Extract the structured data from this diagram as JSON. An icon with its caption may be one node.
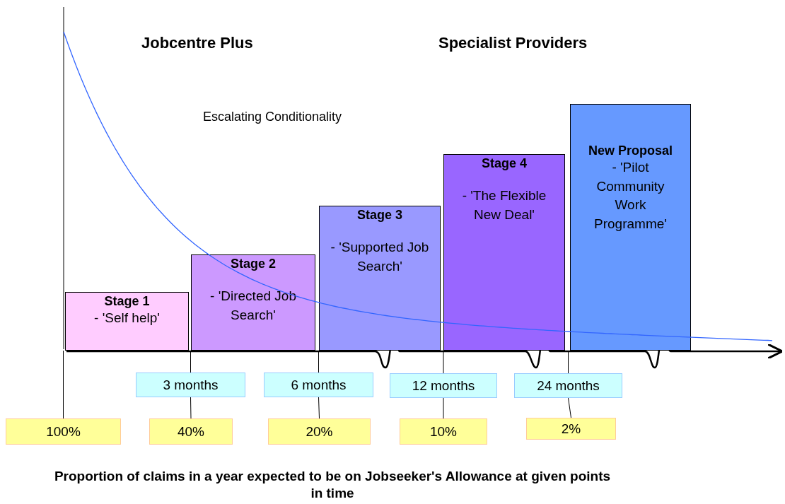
{
  "diagram": {
    "caption": "Proportion of claims in a year expected to be on Jobseeker's Allowance at given points in time",
    "nodes": [
      {
        "text": [
          "Stage 1",
          "- 'Self help'"
        ]
      },
      {
        "text": [
          "Stage 2",
          "- 'Directed Job Search'"
        ]
      },
      {
        "text": [
          "Stage 3",
          "- 'Supported Job Search'"
        ]
      },
      {
        "text": [
          "Stage 4",
          "- 'The Flexible New Deal'"
        ]
      },
      {
        "text": [
          "New Proposal",
          "- 'Pilot Community Work Programme'"
        ]
      },
      {
        "text": [
          "3 months"
        ]
      },
      {
        "text": [
          "6 months"
        ]
      },
      {
        "text": [
          "12 months"
        ]
      },
      {
        "text": [
          "24 months"
        ]
      },
      {
        "text": [
          "100%"
        ]
      },
      {
        "text": [
          "40%"
        ]
      },
      {
        "text": [
          "20%"
        ]
      },
      {
        "text": [
          "10%"
        ]
      },
      {
        "text": [
          "2%"
        ]
      }
    ],
    "edges": [
      {
        "from": 0,
        "to": 9,
        "arrow": "none"
      },
      {
        "from": 1,
        "to": 5,
        "arrow": "none"
      },
      {
        "from": 5,
        "to": 10,
        "arrow": "none"
      },
      {
        "from": 2,
        "to": 6,
        "arrow": "none"
      },
      {
        "from": 6,
        "to": 11,
        "arrow": "none"
      },
      {
        "from": 3,
        "to": 7,
        "arrow": "none"
      },
      {
        "from": 7,
        "to": 12,
        "arrow": "none"
      },
      {
        "from": 4,
        "to": 8,
        "arrow": "none"
      },
      {
        "from": 8,
        "to": 13,
        "arrow": "none"
      }
    ],
    "labels": [
      "Jobcentre Plus",
      "Specialist Providers",
      "Escalating Conditionality"
    ]
  }
}
